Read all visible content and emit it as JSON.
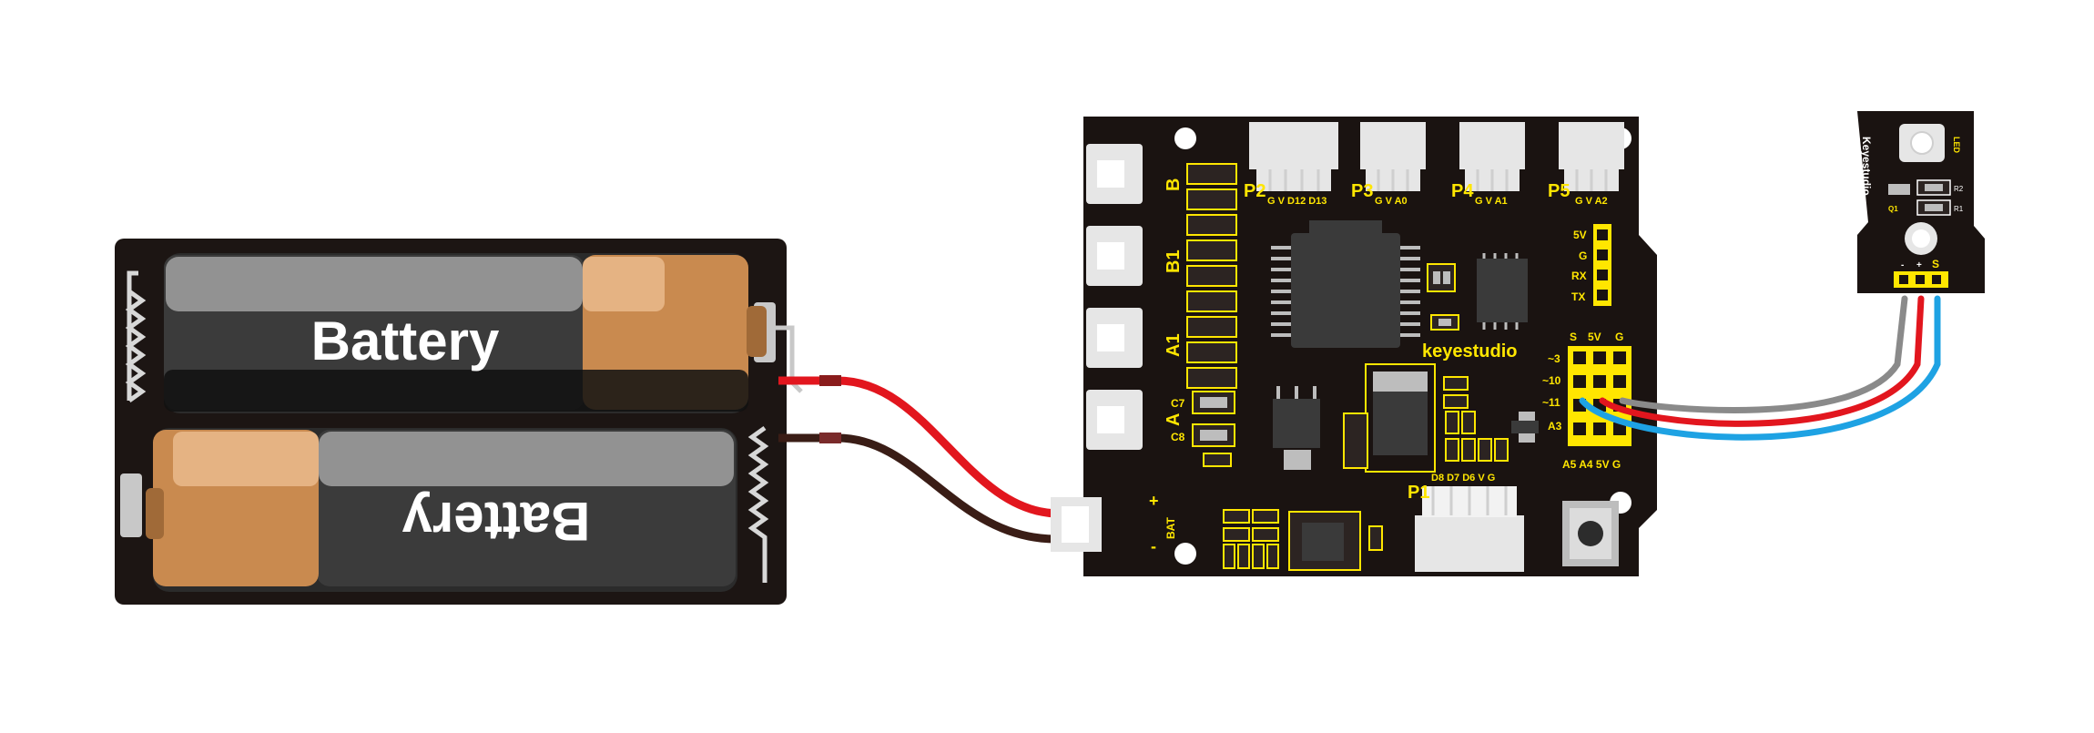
{
  "battery_pack": {
    "cell_top_label": "Battery",
    "cell_bottom_label": "Battery"
  },
  "board": {
    "brand": "keyestudio",
    "ports": {
      "p1": "P1",
      "p2": "P2",
      "p3": "P3",
      "p4": "P4",
      "p5": "P5"
    },
    "port_pins": {
      "p2": "G V D12 D13",
      "p3": "G V A0",
      "p4": "G V A1",
      "p5": "G V A2",
      "p1": "D8 D7 D6 V G"
    },
    "motor_labels": {
      "b": "B",
      "b1": "B1",
      "a1": "A1",
      "a": "A"
    },
    "caps": {
      "c7": "C7",
      "c8": "C8"
    },
    "power": {
      "bat": "BAT",
      "plus": "+",
      "minus": "-"
    },
    "header_labels": [
      "5V",
      "G",
      "RX",
      "TX"
    ],
    "servo_header": {
      "cols": [
        "S",
        "5V",
        "G"
      ],
      "rows": [
        "~3",
        "~10",
        "~11",
        "A3"
      ],
      "bottom": "A5 A4 5V G"
    }
  },
  "led_module": {
    "brand": "Keyestudio",
    "led_text": "LED",
    "components": {
      "r2": "R2",
      "r1": "R1",
      "q1": "Q1"
    },
    "pins": {
      "minus": "-",
      "plus": "+",
      "s": "S"
    }
  },
  "colors": {
    "board": "#1a1311",
    "silkscreen": "#ffe600",
    "wire_red": "#e2161e",
    "wire_black": "#3a1d16",
    "wire_gray": "#8a8a8a",
    "wire_blue": "#1ea2e3",
    "copper": "#c98a4f"
  }
}
